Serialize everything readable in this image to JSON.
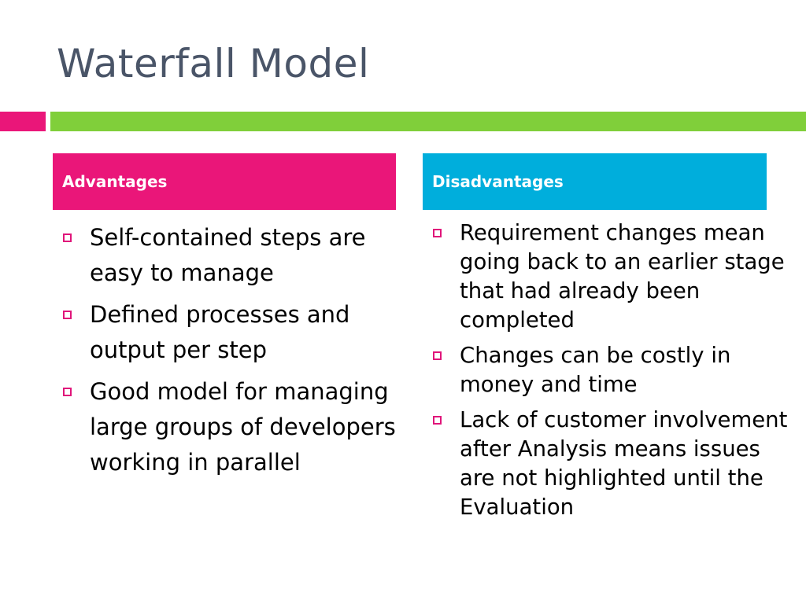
{
  "slide": {
    "title": "Waterfall Model",
    "colors": {
      "pink": "#ea1679",
      "green": "#80cf3a",
      "blue": "#00aedc",
      "title": "#4a5568"
    },
    "advantages": {
      "header": "Advantages",
      "items": [
        "Self-contained steps are easy to manage",
        "Defined processes and output per step",
        "Good model for managing large groups of developers working in parallel"
      ]
    },
    "disadvantages": {
      "header": "Disadvantages",
      "items": [
        "Requirement changes mean going back to an earlier stage that had already been completed",
        "Changes can be costly in money and time",
        "Lack of customer involvement after Analysis means issues are not highlighted until the Evaluation"
      ]
    }
  }
}
